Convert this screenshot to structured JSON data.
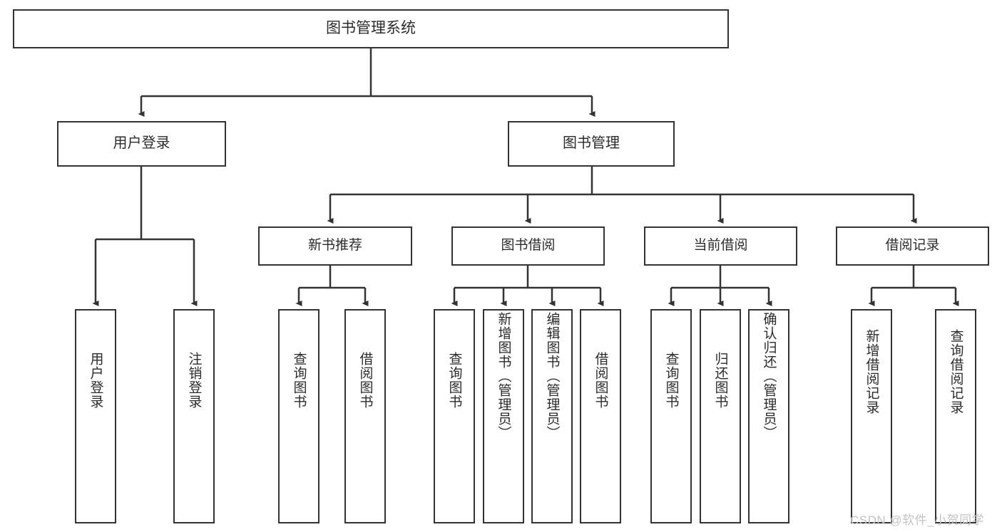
{
  "diagram": {
    "title": "图书管理系统",
    "type": "functional-structure-tree",
    "colors": {
      "box_border": "#333333",
      "box_fill": "#ffffff",
      "text": "#2b2b2b",
      "edge": "#333333",
      "watermark": "#c3c3c3",
      "background": "#ffffff"
    },
    "root": {
      "label": "图书管理系统"
    },
    "level1": [
      {
        "label": "用户登录"
      },
      {
        "label": "图书管理"
      }
    ],
    "level2": [
      {
        "label": "新书推荐"
      },
      {
        "label": "图书借阅"
      },
      {
        "label": "当前借阅"
      },
      {
        "label": "借阅记录"
      }
    ],
    "leaves": {
      "user_login": [
        {
          "label": "用户登录"
        },
        {
          "label": "注销登录"
        }
      ],
      "new_book_recommend": [
        {
          "label": "查询图书"
        },
        {
          "label": "借阅图书"
        }
      ],
      "book_borrow": [
        {
          "label": "查询图书"
        },
        {
          "label": "新增图书（管理员）"
        },
        {
          "label": "编辑图书（管理员）"
        },
        {
          "label": "借阅图书"
        }
      ],
      "current_borrow": [
        {
          "label": "查询图书"
        },
        {
          "label": "归还图书"
        },
        {
          "label": "确认归还（管理员）"
        }
      ],
      "borrow_record": [
        {
          "label": "新增借阅记录"
        },
        {
          "label": "查询借阅记录"
        }
      ]
    },
    "watermark": {
      "text": "CSDN @软件_小贺同学"
    }
  }
}
